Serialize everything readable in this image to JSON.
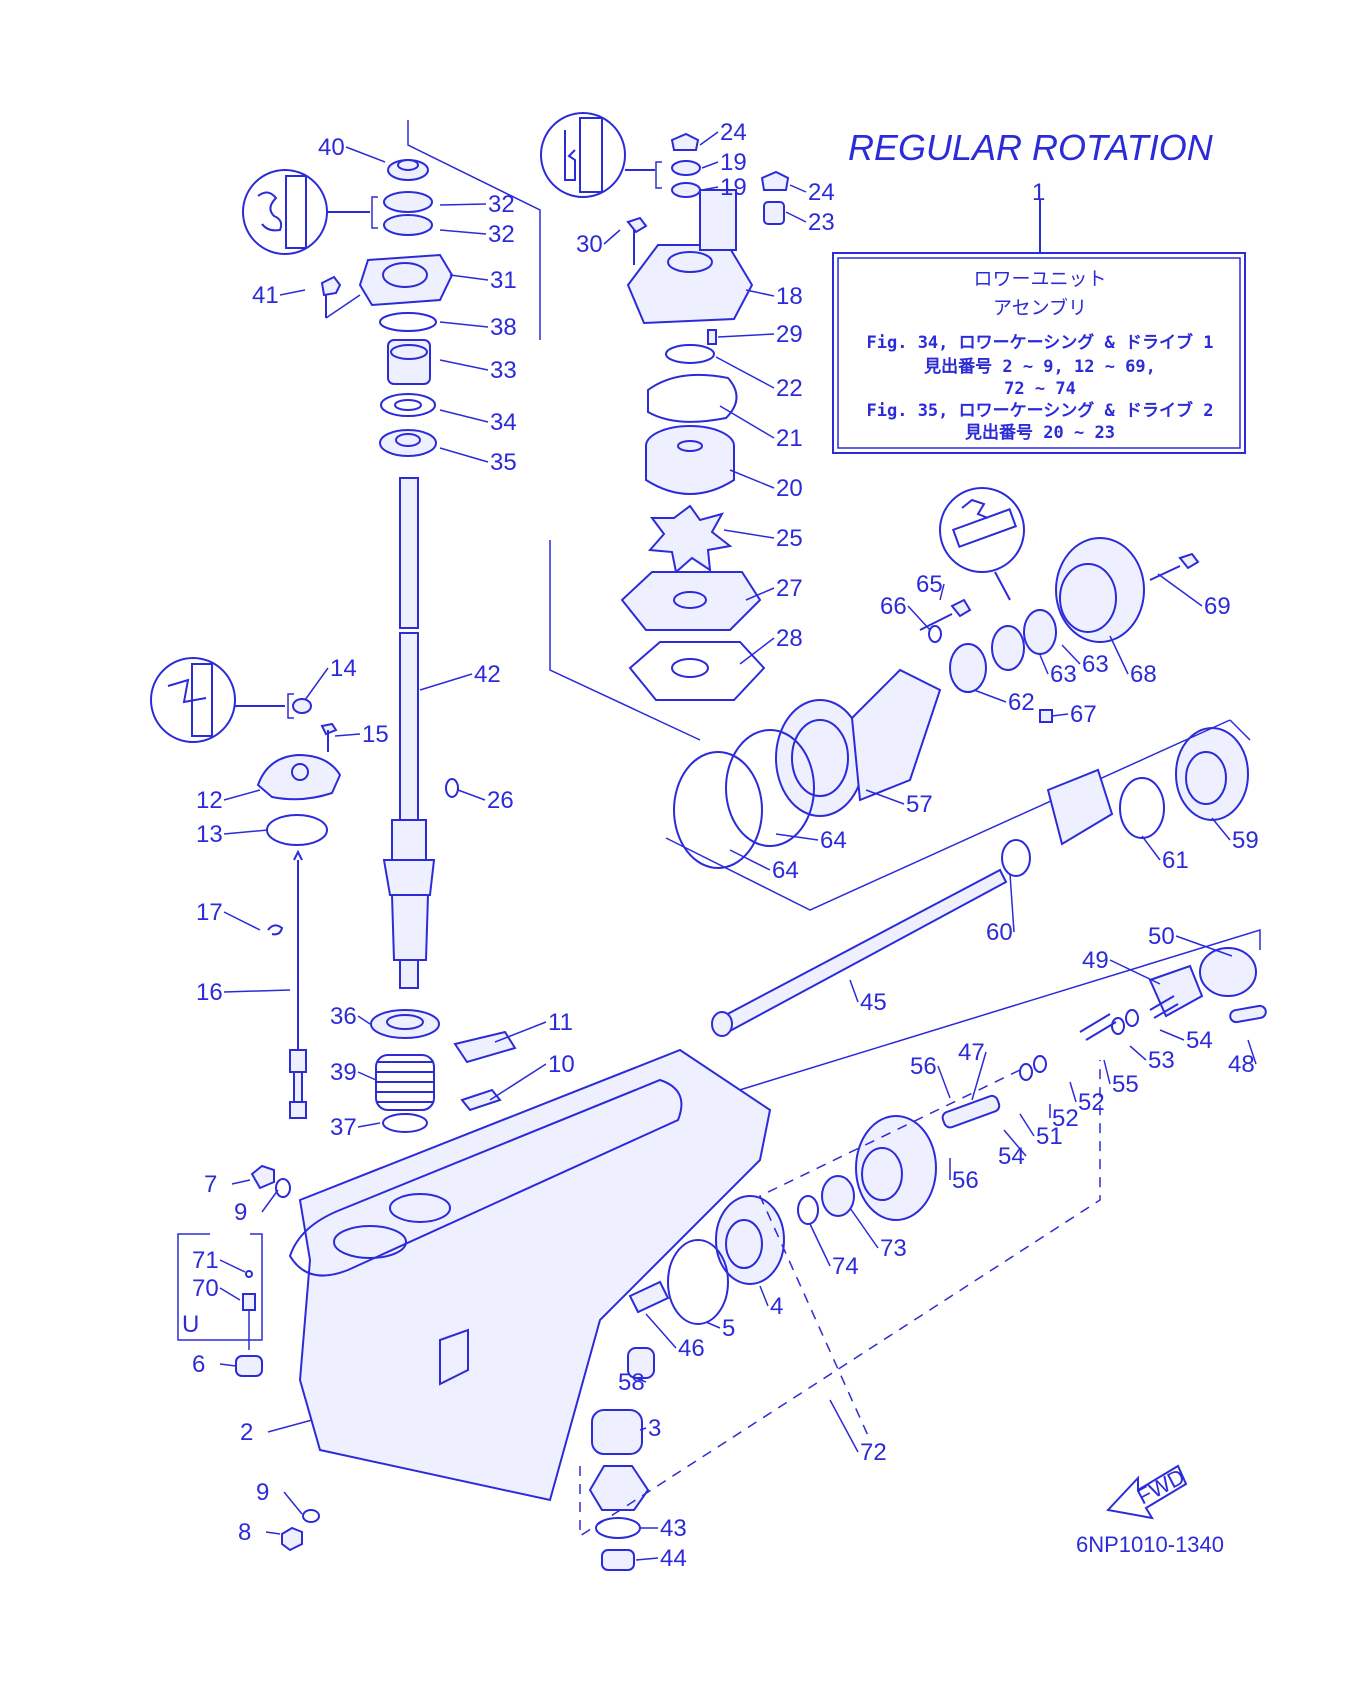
{
  "title": "REGULAR ROTATION",
  "reference_code": "6NP1010-1340",
  "fwd_label": "FWD",
  "u_label": "U",
  "info_box": {
    "ref_no": "1",
    "line1": "ロワーユニット",
    "line2": "アセンブリ",
    "line3": "Fig. 34, ロワーケーシング & ドライブ 1",
    "line4": "見出番号 2 ~ 9,  12 ~ 69,",
    "line5": "72 ~ 74",
    "line6": "Fig. 35, ロワーケーシング & ドライブ 2",
    "line7": "見出番号 20 ~ 23"
  },
  "part_labels": [
    "40",
    "32",
    "32",
    "31",
    "41",
    "38",
    "33",
    "34",
    "35",
    "42",
    "14",
    "15",
    "12",
    "13",
    "26",
    "17",
    "16",
    "36",
    "39",
    "37",
    "11",
    "10",
    "7",
    "9",
    "71",
    "70",
    "6",
    "2",
    "9",
    "8",
    "24",
    "19",
    "19",
    "24",
    "23",
    "30",
    "18",
    "29",
    "22",
    "21",
    "20",
    "25",
    "27",
    "28",
    "65",
    "66",
    "69",
    "63",
    "63",
    "68",
    "62",
    "67",
    "57",
    "64",
    "64",
    "61",
    "59",
    "60",
    "45",
    "50",
    "49",
    "48",
    "54",
    "53",
    "55",
    "52",
    "52",
    "51",
    "54",
    "47",
    "56",
    "56",
    "73",
    "74",
    "4",
    "5",
    "46",
    "58",
    "3",
    "72",
    "43",
    "44"
  ],
  "colors": {
    "ink": "#2b2bd9",
    "fill": "#eef0ff"
  }
}
